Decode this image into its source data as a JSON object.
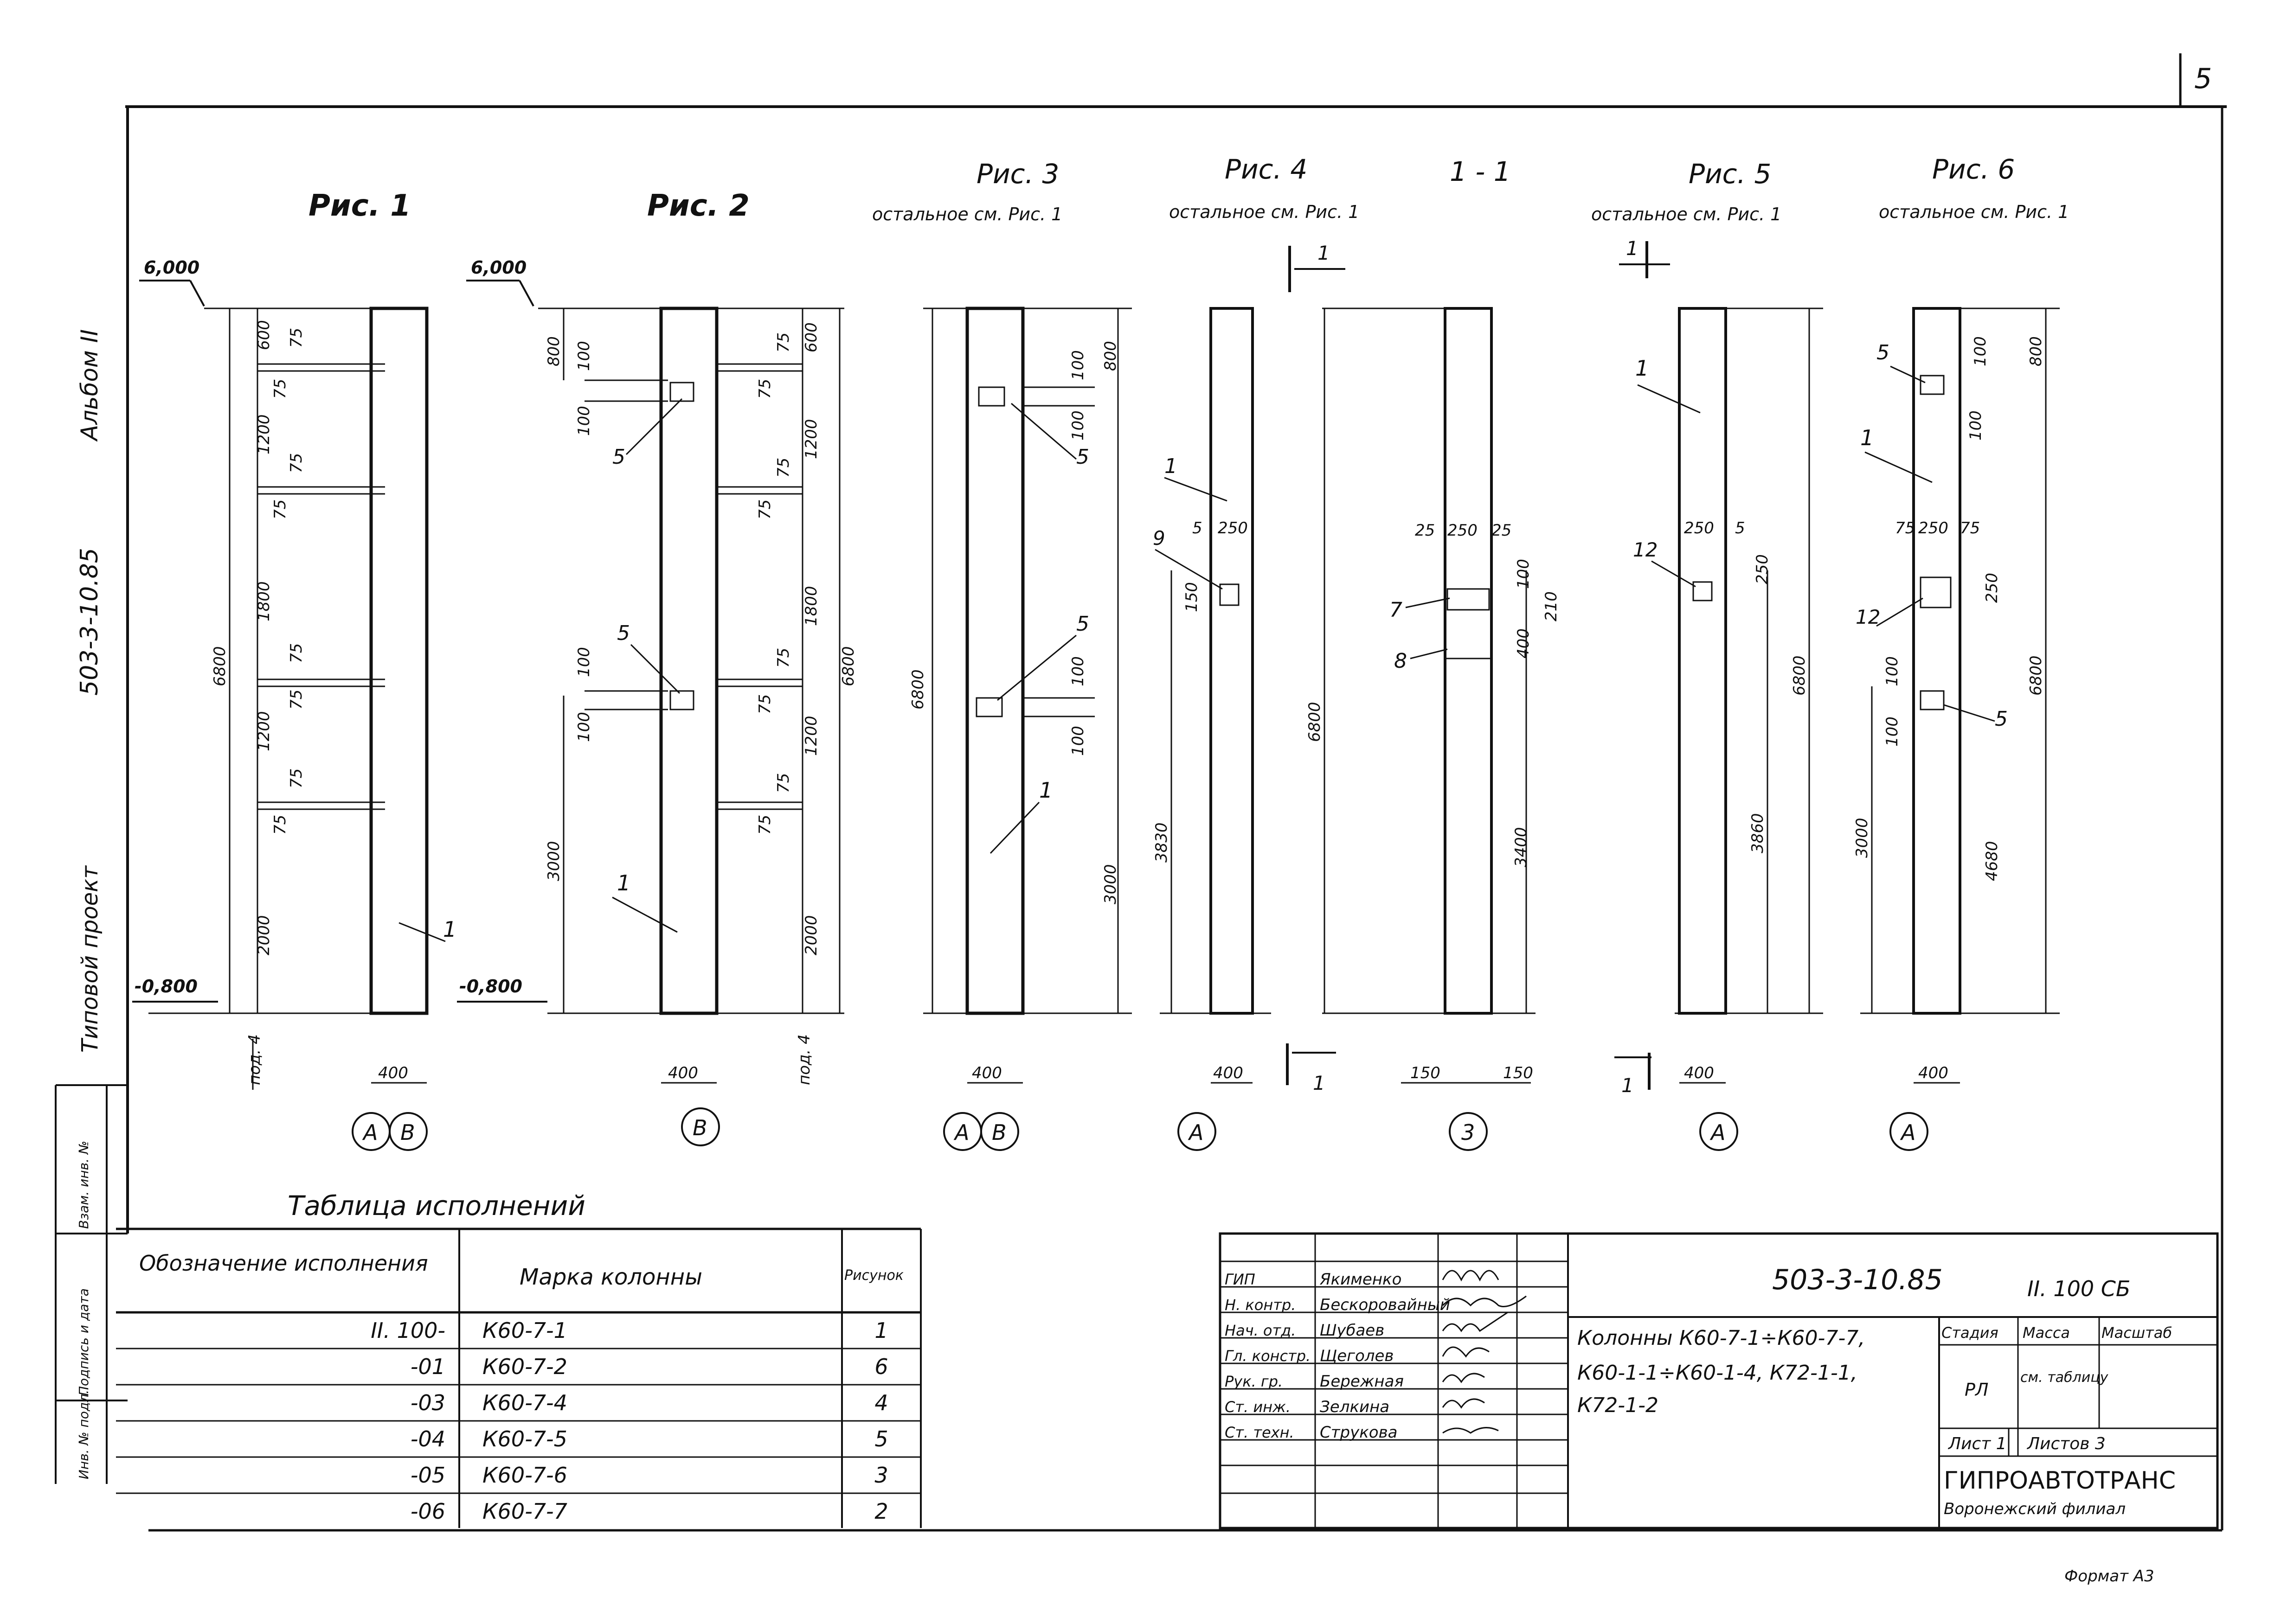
{
  "sheet": {
    "page_number": "5",
    "side_labels": [
      "Альбом II",
      "503-3-10.85",
      "Типовой проект"
    ],
    "stamp_left": "Взам. инв. №",
    "stamp_left2": "Подпись и дата",
    "stamp_left3": "Инв. № подл."
  },
  "figures": {
    "fig1": {
      "title": "Рис. 1"
    },
    "fig2": {
      "title": "Рис. 2"
    },
    "fig3": {
      "title": "Рис. 3",
      "note": "остальное см. Рис. 1"
    },
    "fig4": {
      "title": "Рис. 4",
      "note": "остальное см. Рис. 1"
    },
    "section": {
      "title": "1 - 1"
    },
    "fig5": {
      "title": "Рис. 5",
      "note": "остальное см. Рис. 1"
    },
    "fig6": {
      "title": "Рис. 6",
      "note": "остальное см. Рис. 1"
    }
  },
  "levels": {
    "top": "6,000",
    "bottom": "-0,800"
  },
  "dims": {
    "d600": "600",
    "d1200": "1200",
    "d1800": "1800",
    "d2000": "2000",
    "d6800": "6800",
    "d75": "75",
    "d400": "400",
    "d800": "800",
    "d100": "100",
    "d3000": "3000",
    "d150": "150",
    "d250": "250",
    "d25": "25",
    "d5": "5",
    "d3830": "3830",
    "d3400": "3400",
    "d210": "210",
    "d3860": "3860",
    "d4680": "4680",
    "podl": "под. 4"
  },
  "callouts": {
    "c1": "1",
    "c5": "5",
    "c7": "7",
    "c8": "8",
    "c9": "9",
    "c12": "12"
  },
  "axes": {
    "A": "А",
    "B": "В",
    "three": "3"
  },
  "section_marks": {
    "one": "1"
  },
  "exec_table": {
    "title": "Таблица исполнений",
    "headers": [
      "Обозначение исполнения",
      "Марка колонны",
      "Рисунок"
    ],
    "rows": [
      [
        "II. 100-",
        "К60-7-1",
        "1"
      ],
      [
        "-01",
        "К60-7-2",
        "6"
      ],
      [
        "-03",
        "К60-7-4",
        "4"
      ],
      [
        "-04",
        "К60-7-5",
        "5"
      ],
      [
        "-05",
        "К60-7-6",
        "3"
      ],
      [
        "-06",
        "К60-7-7",
        "2"
      ]
    ]
  },
  "title_block": {
    "doc_code": "503-3-10.85",
    "doc_suffix": "II. 100 СБ",
    "description": [
      "Колонны К60-7-1÷К60-7-7,",
      "К60-1-1÷К60-1-4, К72-1-1,",
      "К72-1-2"
    ],
    "people": [
      [
        "ГИП",
        "Якименко"
      ],
      [
        "Н. контр.",
        "Бескоровайный"
      ],
      [
        "Нач. отд.",
        "Шубаев"
      ],
      [
        "Гл. констр.",
        "Щеголев"
      ],
      [
        "Рук. гр.",
        "Бережная"
      ],
      [
        "Ст. инж.",
        "Зелкина"
      ],
      [
        "Ст. техн.",
        "Струкова"
      ]
    ],
    "stage_label": "Стадия",
    "mass_label": "Масса",
    "scale_label": "Масштаб",
    "stage_value": "РЛ",
    "mass_value": "см. таблицу",
    "sheet_label": "Лист 1",
    "sheets_label": "Листов 3",
    "org_name": "ГИПРОАВТОТРАНС",
    "org_branch": "Воронежский филиал"
  },
  "format_label": "Формат А3"
}
